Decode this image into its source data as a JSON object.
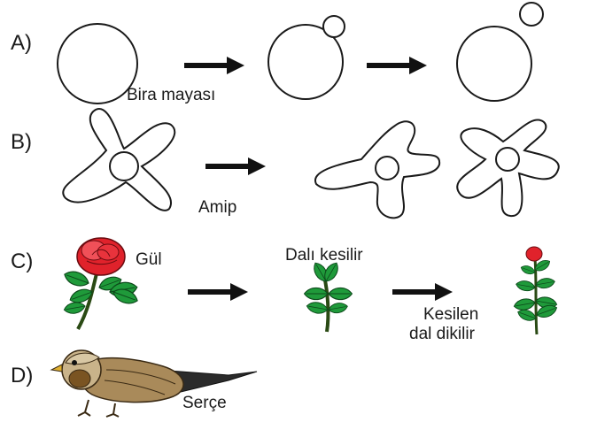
{
  "options": [
    {
      "letter": "A)",
      "labels": [
        "Bira mayası"
      ]
    },
    {
      "letter": "B)",
      "labels": [
        "Amip"
      ]
    },
    {
      "letter": "C)",
      "labels": [
        "Gül",
        "Dalı kesilir",
        "Kesilen",
        "dal dikilir"
      ]
    },
    {
      "letter": "D)",
      "labels": [
        "Serçe"
      ]
    }
  ],
  "colors": {
    "ink": "#1a1a1a",
    "rose_petal": "#e0222b",
    "leaf": "#1f9a3a",
    "bird_body": "#a98a5a"
  }
}
